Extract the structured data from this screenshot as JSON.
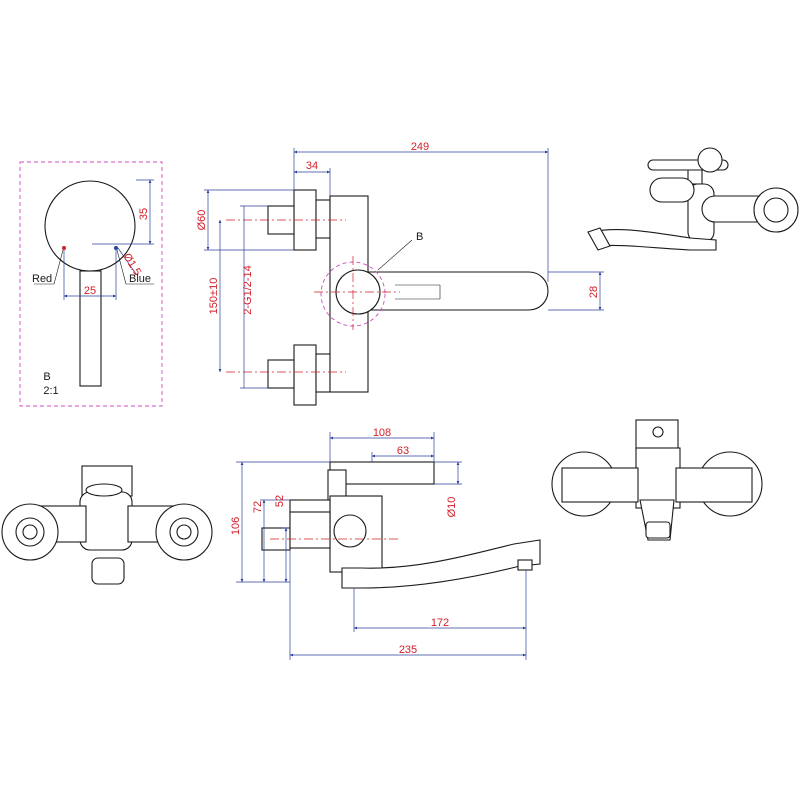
{
  "detail_view": {
    "label": "B",
    "scale": "2:1",
    "left_label": "Red",
    "right_label": "Blue",
    "dim_width": "25",
    "dim_height": "35",
    "dim_dia": "Ø1.5"
  },
  "top_view": {
    "callout": "B",
    "dim_total": "249",
    "dim_34": "34",
    "dim_28": "28",
    "dim_dia60": "Ø60",
    "dim_spacing": "150±10",
    "dim_thread": "2-G1/2-14"
  },
  "side_view": {
    "dim_108": "108",
    "dim_63": "63",
    "dim_106": "106",
    "dim_72": "72",
    "dim_52": "52",
    "dim_dia10": "Ø10",
    "dim_172": "172",
    "dim_235": "235"
  },
  "colors": {
    "dimension_text": "#d1202a",
    "dimension_line": "#2b3f9a",
    "detail_boundary": "#d04ec0",
    "outline": "#1a1a1a"
  }
}
